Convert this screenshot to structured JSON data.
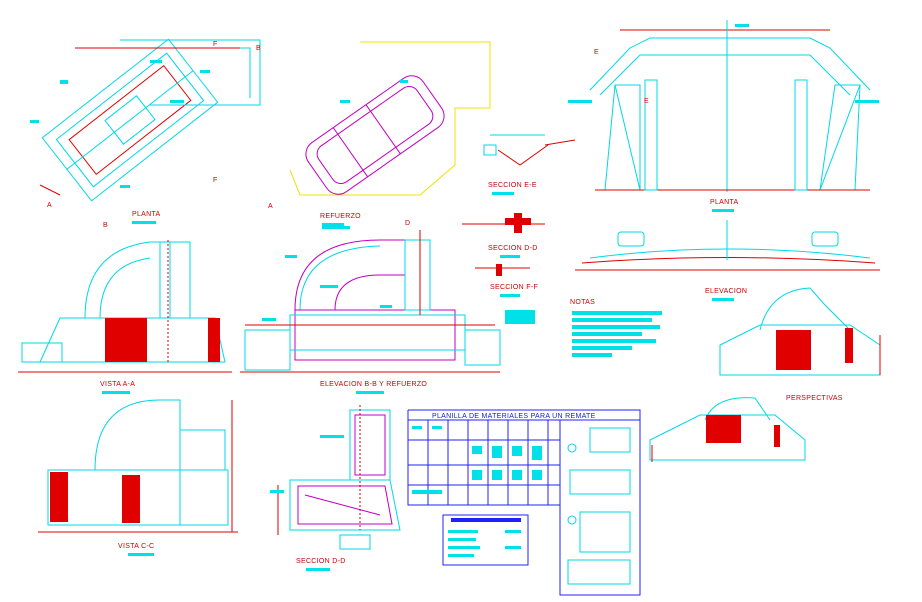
{
  "views": {
    "planta_top_left": "PLANTA",
    "refuerzo": "REFUERZO",
    "seccion_ee": "SECCION E-E",
    "seccion_dd": "SECCION D-D",
    "seccion_ff": "SECCION F-F",
    "planta_right": "PLANTA",
    "elevacion": "ELEVACION",
    "vista_aa": "VISTA A-A",
    "elevacion_bb": "ELEVACION B-B Y REFUERZO",
    "vista_cc": "VISTA C-C",
    "seccion_dd_bottom": "SECCION D-D",
    "perspectivas": "PERSPECTIVAS",
    "notas": "NOTAS",
    "table_title": "PLANILLA DE MATERIALES PARA UN REMATE"
  },
  "markers": {
    "a": "A",
    "b": "B",
    "d": "D",
    "e": "E",
    "f": "F"
  },
  "colors": {
    "cyan": "#00d8e6",
    "red": "#e00000",
    "magenta": "#c000c0",
    "yellow": "#f0e000",
    "blue": "#2020ff"
  }
}
